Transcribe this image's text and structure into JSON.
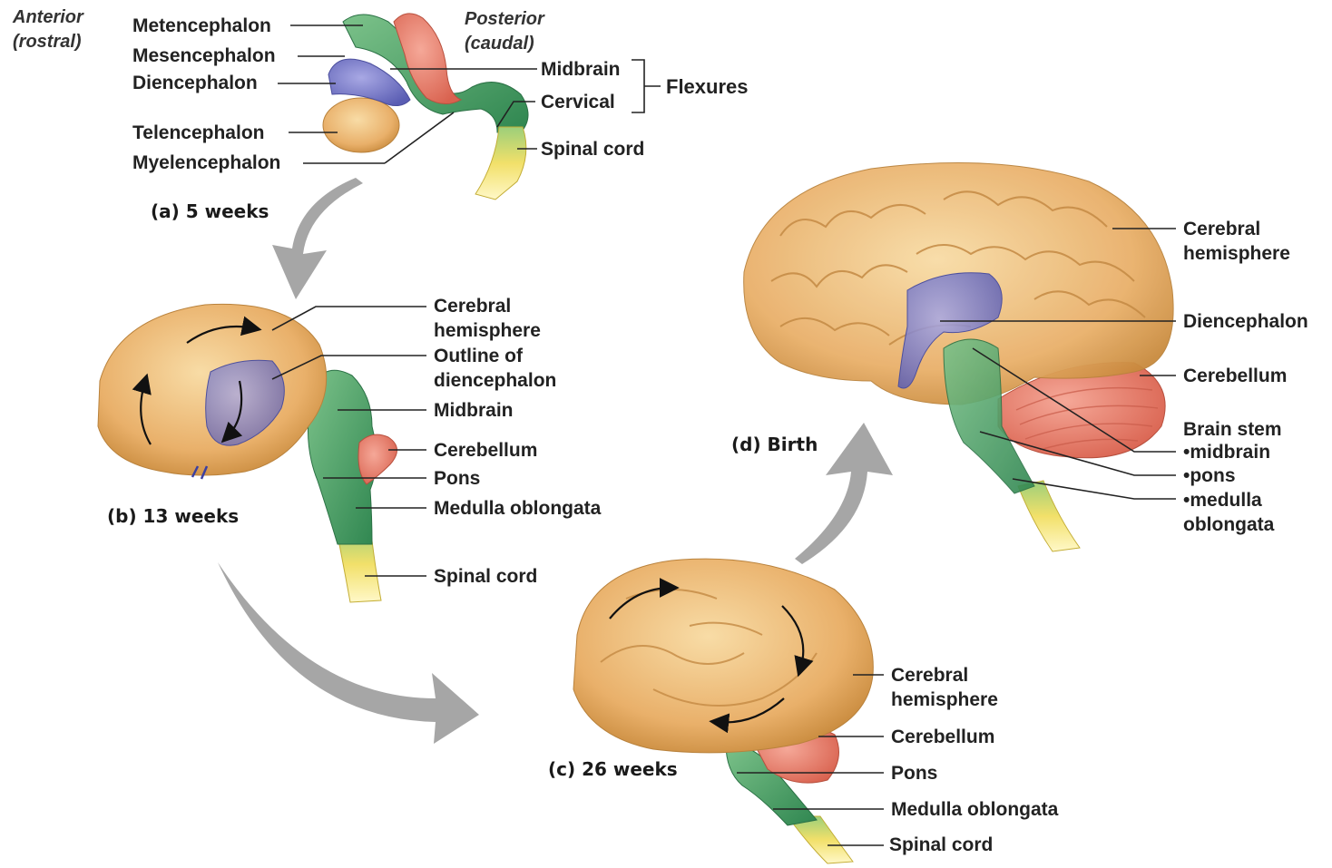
{
  "orientation": {
    "anterior": "Anterior\n(rostral)",
    "posterior": "Posterior\n(caudal)"
  },
  "stage_a": {
    "caption": "(a) 5 weeks",
    "labels": {
      "metencephalon": "Metencephalon",
      "mesencephalon": "Mesencephalon",
      "diencephalon": "Diencephalon",
      "telencephalon": "Telencephalon",
      "myelencephalon": "Myelencephalon",
      "midbrain": "Midbrain",
      "cervical": "Cervical",
      "flexures": "Flexures",
      "spinal_cord": "Spinal cord"
    }
  },
  "stage_b": {
    "caption": "(b) 13 weeks",
    "labels": {
      "cerebral_hemisphere": "Cerebral\nhemisphere",
      "outline_diencephalon": "Outline of\ndiencephalon",
      "midbrain": "Midbrain",
      "cerebellum": "Cerebellum",
      "pons": "Pons",
      "medulla": "Medulla oblongata",
      "spinal_cord": "Spinal cord"
    }
  },
  "stage_c": {
    "caption": "(c) 26 weeks",
    "labels": {
      "cerebral_hemisphere": "Cerebral\nhemisphere",
      "cerebellum": "Cerebellum",
      "pons": "Pons",
      "medulla": "Medulla oblongata",
      "spinal_cord": "Spinal cord"
    }
  },
  "stage_d": {
    "caption": "(d) Birth",
    "labels": {
      "cerebral_hemisphere": "Cerebral\nhemisphere",
      "diencephalon": "Diencephalon",
      "cerebellum": "Cerebellum",
      "brain_stem": "Brain stem",
      "midbrain": "•midbrain",
      "pons": "•pons",
      "medulla": "•medulla\n  oblongata"
    }
  },
  "colors": {
    "cerebrum": "#e8b26a",
    "cerebrum_light": "#f5d9a3",
    "diencephalon": "#6a6fc0",
    "brainstem": "#3f9a5c",
    "cerebellum": "#e57b6a",
    "spinal_cord": "#f0dc5a",
    "arrow": "#a8a8a8"
  }
}
